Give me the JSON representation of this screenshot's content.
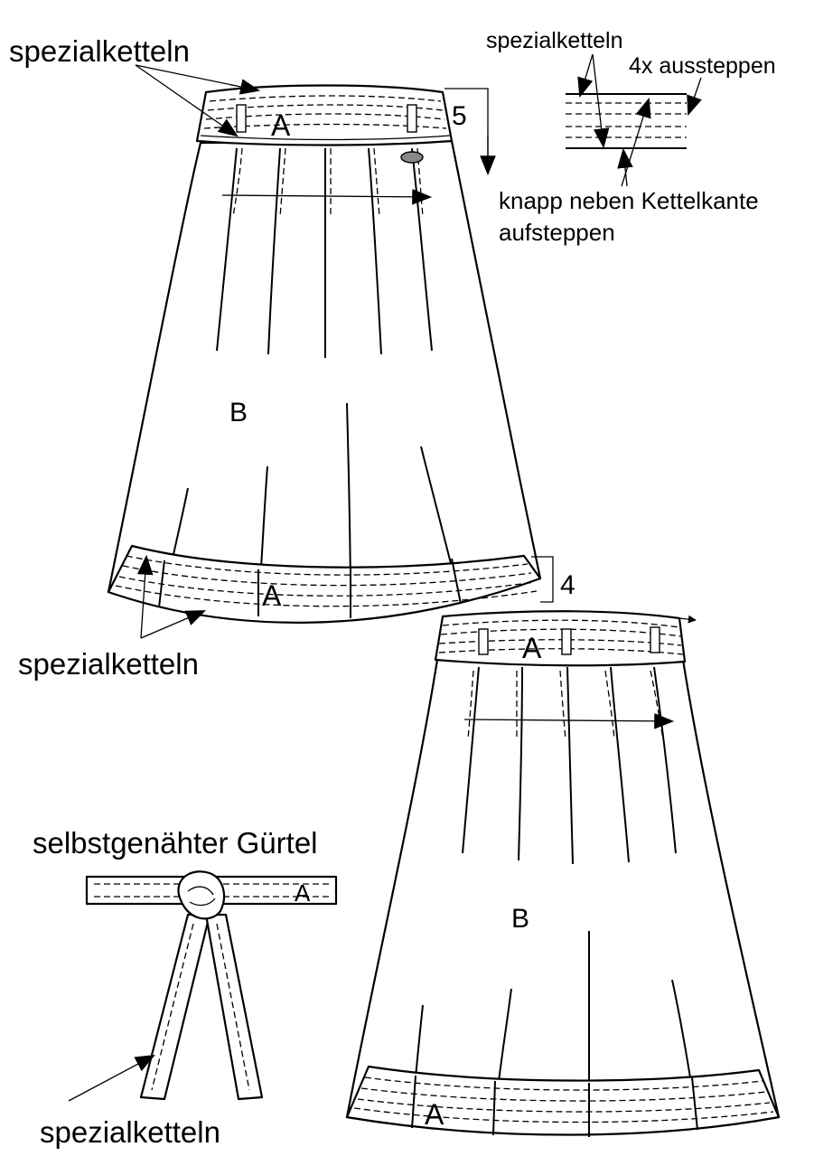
{
  "labels": {
    "spezial_top_left": "spezialketteln",
    "spezial_top_right": "spezialketteln",
    "aussteppen": "4x aussteppen",
    "knapp_line1": "knapp neben Kettelkante",
    "knapp_line2": "aufsteppen",
    "spezial_mid_left": "spezialketteln",
    "guertel_title": "selbstgenähter Gürtel",
    "spezial_bottom_left": "spezialketteln"
  },
  "measures": {
    "waistband_height": "5",
    "hem_band_height": "4"
  },
  "parts": {
    "waistband_1": "A",
    "hem_band_1": "A",
    "body_1": "B",
    "waistband_2": "A",
    "body_2": "B",
    "hem_band_2": "A",
    "belt": "A"
  }
}
